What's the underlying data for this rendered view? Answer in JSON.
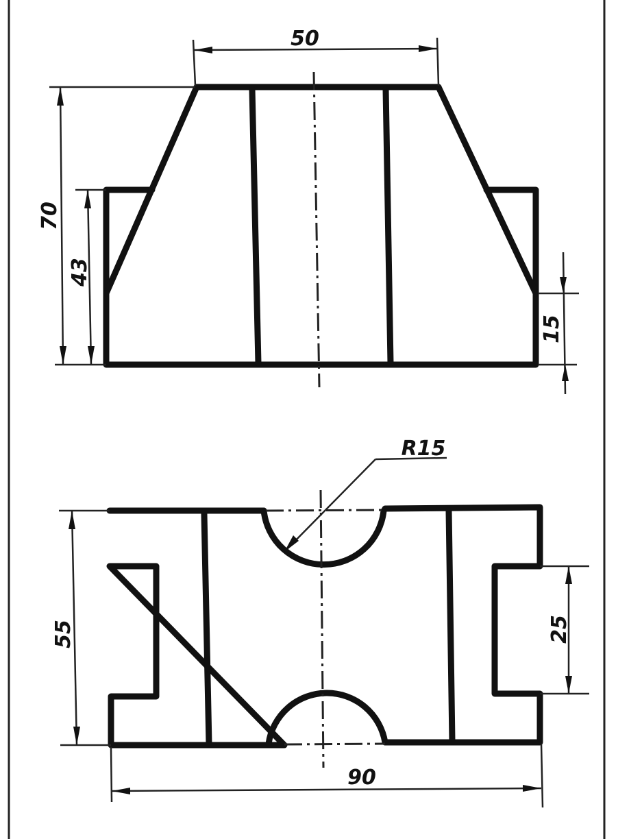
{
  "drawing": {
    "front_view": {
      "dimensions": {
        "top_width": "50",
        "total_height": "70",
        "step_height": "43",
        "small_height": "15"
      }
    },
    "top_view": {
      "dimensions": {
        "radius": "R15",
        "height": "55",
        "slot_width": "25",
        "total_width": "90"
      }
    }
  },
  "colors": {
    "line": "#111111",
    "paper": "#ffffff"
  }
}
